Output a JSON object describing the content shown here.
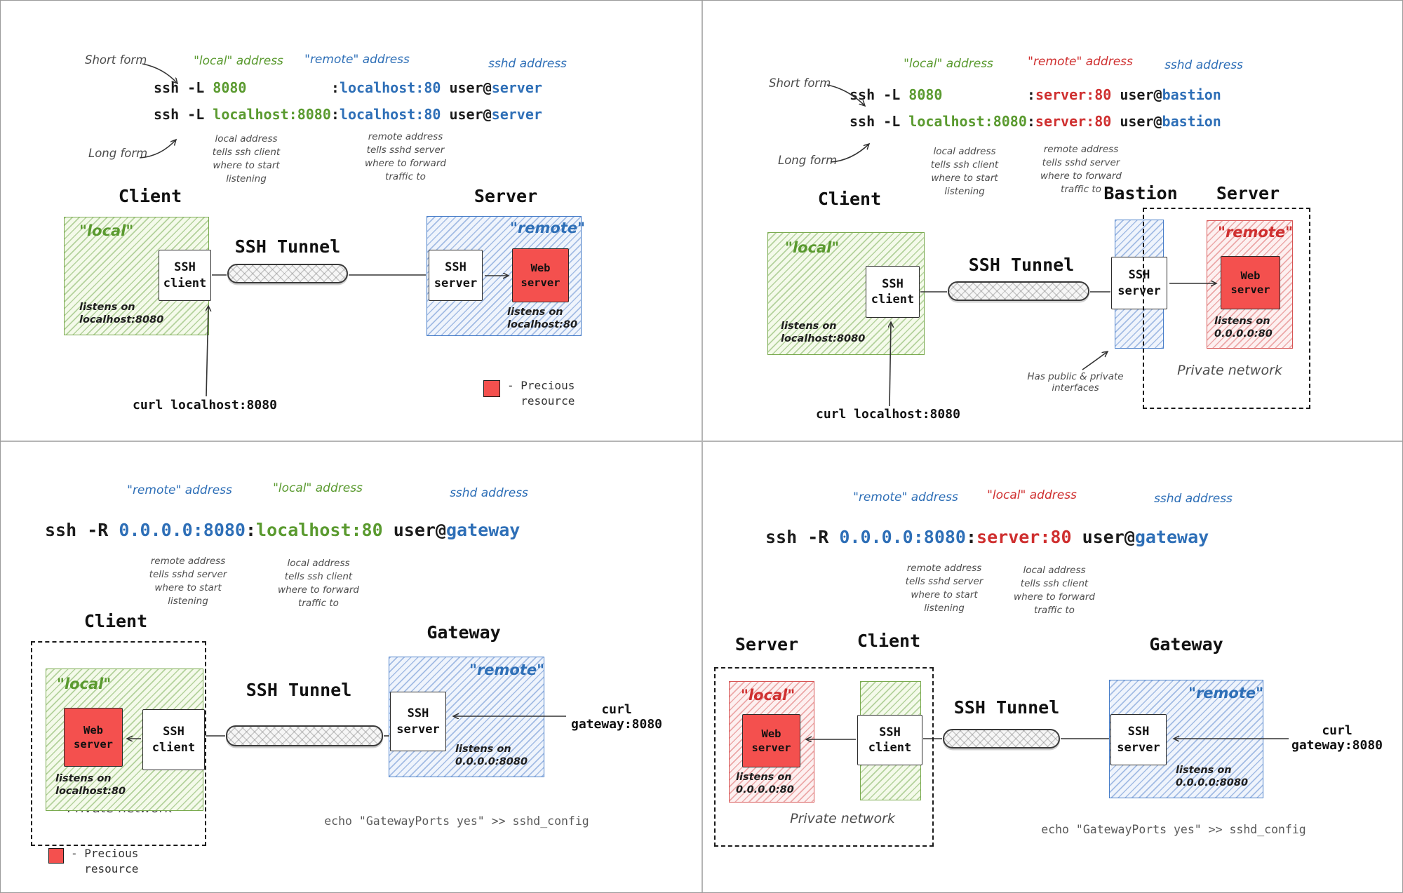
{
  "palette": {
    "green": "#5a9a2f",
    "blue": "#2e6fb7",
    "red": "#cf2f2f",
    "black": "#1c1c1c",
    "gray": "#5a5a5a"
  },
  "legend": {
    "swatch_color": "#f4504e",
    "label": "- Precious\n  resource"
  },
  "tl": {
    "short_form": "Short form",
    "long_form": "Long form",
    "hdr_local": "\"local\" address",
    "hdr_remote": "\"remote\" address",
    "hdr_sshd": "sshd address",
    "cmd1": [
      {
        "t": "ssh -L ",
        "c": "black"
      },
      {
        "t": "8080",
        "c": "green"
      },
      {
        "t": "          ",
        "c": "black"
      },
      {
        "t": ":",
        "c": "black"
      },
      {
        "t": "localhost:80",
        "c": "blue"
      },
      {
        "t": " user@",
        "c": "black"
      },
      {
        "t": "server",
        "c": "blue"
      }
    ],
    "cmd2": [
      {
        "t": "ssh -L ",
        "c": "black"
      },
      {
        "t": "localhost:8080",
        "c": "green"
      },
      {
        "t": ":",
        "c": "black"
      },
      {
        "t": "localhost:80",
        "c": "blue"
      },
      {
        "t": " user@",
        "c": "black"
      },
      {
        "t": "server",
        "c": "blue"
      }
    ],
    "ann1": "local address\ntells ssh client\nwhere to start\nlistening",
    "ann2": "remote address\ntells sshd server\nwhere to forward\ntraffic to",
    "h_client": "Client",
    "h_server": "Server",
    "h_tunnel": "SSH Tunnel",
    "tag_local": "\"local\"",
    "tag_remote": "\"remote\"",
    "ssh_client": "SSH\nclient",
    "ssh_server": "SSH\nserver",
    "web_server": "Web\nserver",
    "listens_client": "listens on\nlocalhost:8080",
    "listens_server": "listens on\nlocalhost:80",
    "curl": "curl localhost:8080"
  },
  "tr": {
    "short_form": "Short form",
    "long_form": "Long form",
    "hdr_local": "\"local\" address",
    "hdr_remote": "\"remote\" address",
    "hdr_sshd": "sshd address",
    "cmd1": [
      {
        "t": "ssh -L ",
        "c": "black"
      },
      {
        "t": "8080",
        "c": "green"
      },
      {
        "t": "          ",
        "c": "black"
      },
      {
        "t": ":",
        "c": "black"
      },
      {
        "t": "server:80",
        "c": "red"
      },
      {
        "t": " user@",
        "c": "black"
      },
      {
        "t": "bastion",
        "c": "blue"
      }
    ],
    "cmd2": [
      {
        "t": "ssh -L ",
        "c": "black"
      },
      {
        "t": "localhost:8080",
        "c": "green"
      },
      {
        "t": ":",
        "c": "black"
      },
      {
        "t": "server:80",
        "c": "red"
      },
      {
        "t": " user@",
        "c": "black"
      },
      {
        "t": "bastion",
        "c": "blue"
      }
    ],
    "ann1": "local address\ntells ssh client\nwhere to start\nlistening",
    "ann2": "remote address\ntells sshd server\nwhere to forward\ntraffic to",
    "h_client": "Client",
    "h_bastion": "Bastion",
    "h_server": "Server",
    "h_tunnel": "SSH Tunnel",
    "tag_local": "\"local\"",
    "tag_remote": "\"remote\"",
    "ssh_client": "SSH\nclient",
    "ssh_server": "SSH\nserver",
    "web_server": "Web\nserver",
    "listens_client": "listens on\nlocalhost:8080",
    "listens_server": "listens on\n0.0.0.0:80",
    "bastion_note": "Has public & private\ninterfaces",
    "private_network": "Private network",
    "curl": "curl localhost:8080"
  },
  "bl": {
    "hdr_remote": "\"remote\" address",
    "hdr_local": "\"local\" address",
    "hdr_sshd": "sshd address",
    "cmd": [
      {
        "t": "ssh -R ",
        "c": "black"
      },
      {
        "t": "0.0.0.0:8080",
        "c": "blue"
      },
      {
        "t": ":",
        "c": "black"
      },
      {
        "t": "localhost:80",
        "c": "green"
      },
      {
        "t": " user@",
        "c": "black"
      },
      {
        "t": "gateway",
        "c": "blue"
      }
    ],
    "ann1": "remote address\ntells sshd server\nwhere to start\nlistening",
    "ann2": "local address\ntells ssh client\nwhere to forward\ntraffic to",
    "h_client": "Client",
    "h_gateway": "Gateway",
    "h_tunnel": "SSH Tunnel",
    "tag_local": "\"local\"",
    "tag_remote": "\"remote\"",
    "ssh_client": "SSH\nclient",
    "ssh_server": "SSH\nserver",
    "web_server": "Web\nserver",
    "listens_web": "listens on\nlocalhost:80",
    "listens_gw": "listens on\n0.0.0.0:8080",
    "private_network": "Private network",
    "curl": "curl\ngateway:8080",
    "echo": "echo \"GatewayPorts yes\" >> sshd_config"
  },
  "br": {
    "hdr_remote": "\"remote\" address",
    "hdr_local": "\"local\" address",
    "hdr_sshd": "sshd address",
    "cmd": [
      {
        "t": "ssh -R ",
        "c": "black"
      },
      {
        "t": "0.0.0.0:8080",
        "c": "blue"
      },
      {
        "t": ":",
        "c": "black"
      },
      {
        "t": "server:80",
        "c": "red"
      },
      {
        "t": " user@",
        "c": "black"
      },
      {
        "t": "gateway",
        "c": "blue"
      }
    ],
    "ann1": "remote address\ntells sshd server\nwhere to start\nlistening",
    "ann2": "local address\ntells ssh client\nwhere to forward\ntraffic to",
    "h_server": "Server",
    "h_client": "Client",
    "h_gateway": "Gateway",
    "h_tunnel": "SSH Tunnel",
    "tag_local": "\"local\"",
    "tag_remote": "\"remote\"",
    "ssh_client": "SSH\nclient",
    "ssh_server": "SSH\nserver",
    "web_server": "Web\nserver",
    "listens_web": "listens on\n0.0.0.0:80",
    "listens_gw": "listens on\n0.0.0.0:8080",
    "private_network": "Private network",
    "curl": "curl\ngateway:8080",
    "echo": "echo \"GatewayPorts yes\" >> sshd_config"
  }
}
